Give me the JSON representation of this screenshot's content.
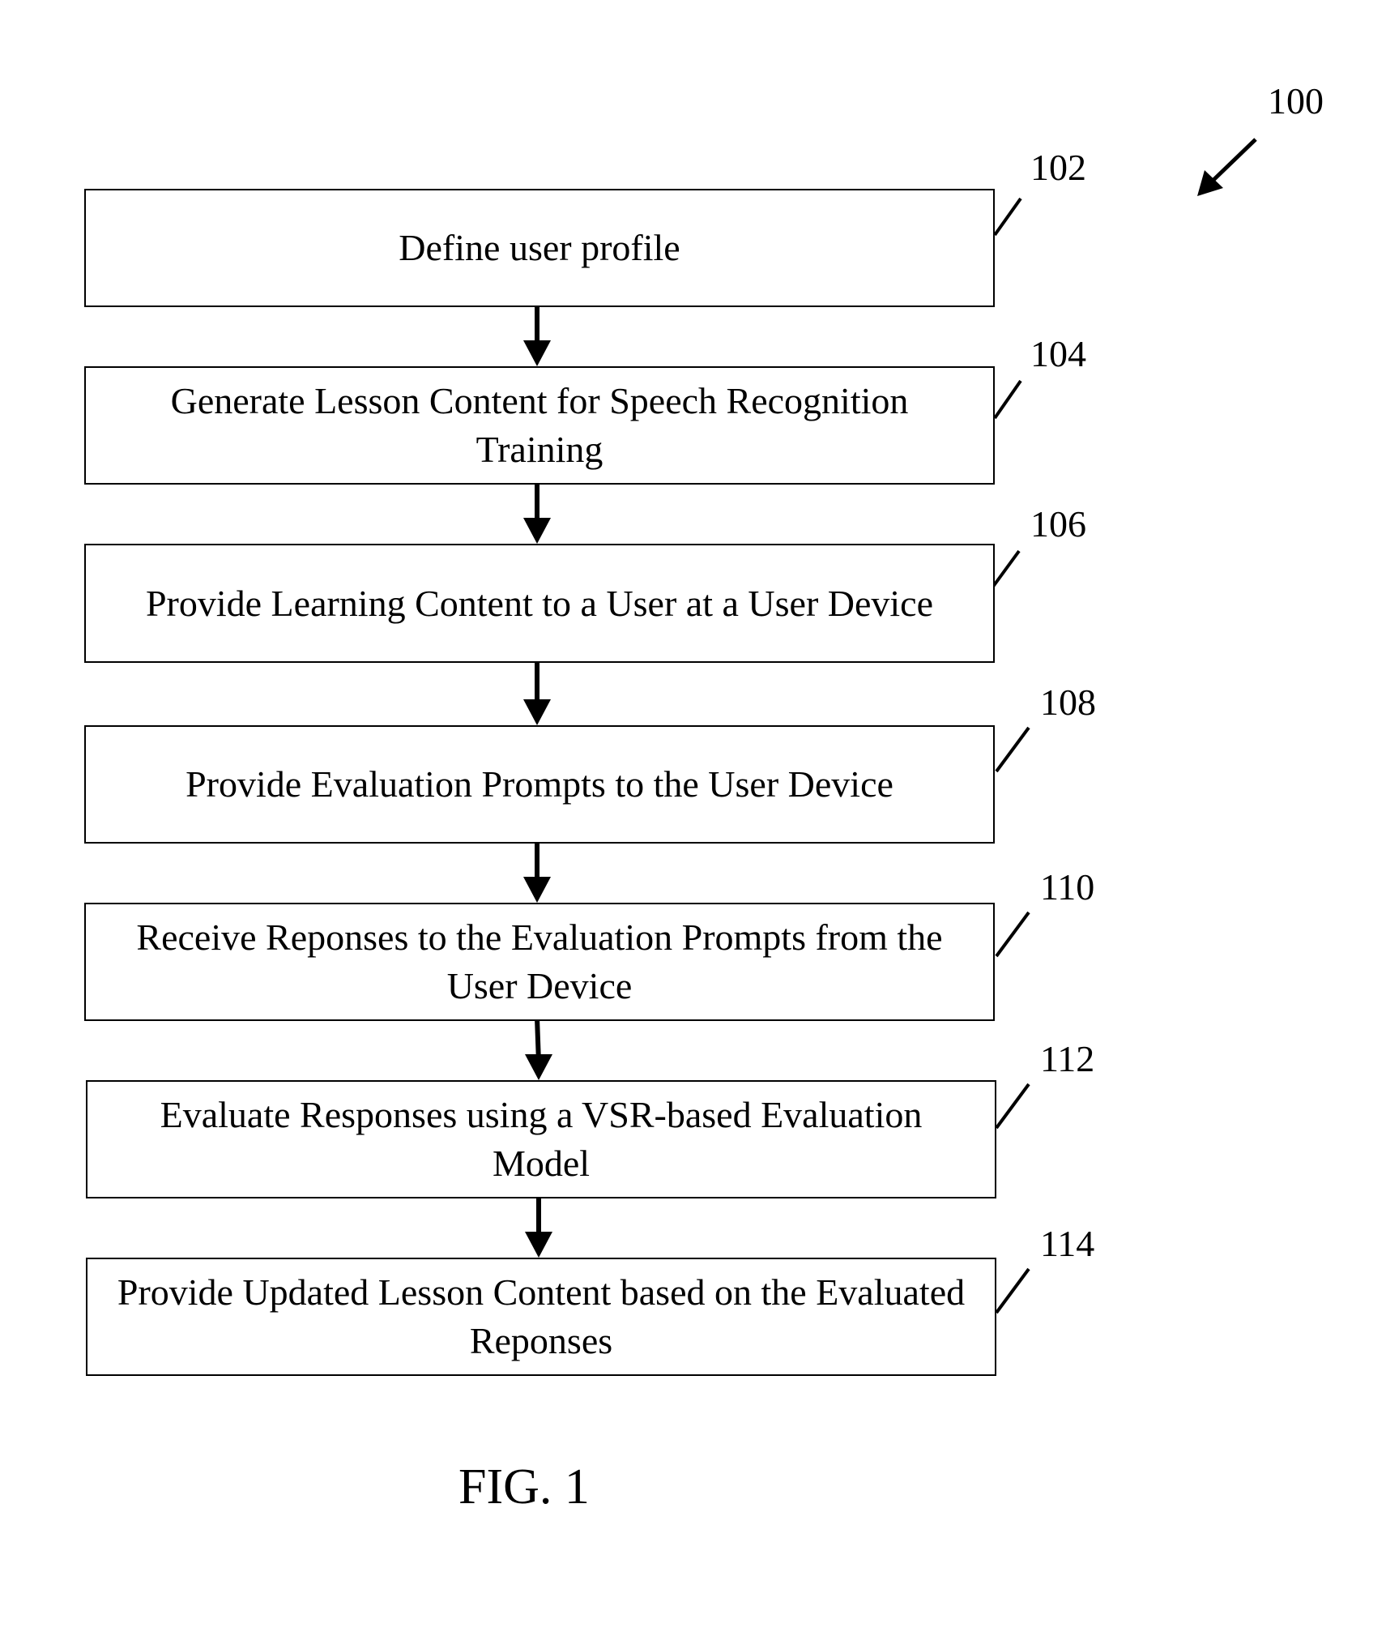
{
  "figure": {
    "ref": "100",
    "caption": "FIG. 1"
  },
  "steps": [
    {
      "ref": "102",
      "text": "Define user profile"
    },
    {
      "ref": "104",
      "text": "Generate Lesson Content for Speech Recognition Training"
    },
    {
      "ref": "106",
      "text": "Provide Learning Content to a User at a User Device"
    },
    {
      "ref": "108",
      "text": "Provide Evaluation Prompts to the User Device"
    },
    {
      "ref": "110",
      "text": "Receive Reponses to the Evaluation Prompts from the User Device"
    },
    {
      "ref": "112",
      "text": "Evaluate Responses using a VSR-based Evaluation Model"
    },
    {
      "ref": "114",
      "text": "Provide Updated Lesson Content based on the Evaluated Reponses"
    }
  ]
}
